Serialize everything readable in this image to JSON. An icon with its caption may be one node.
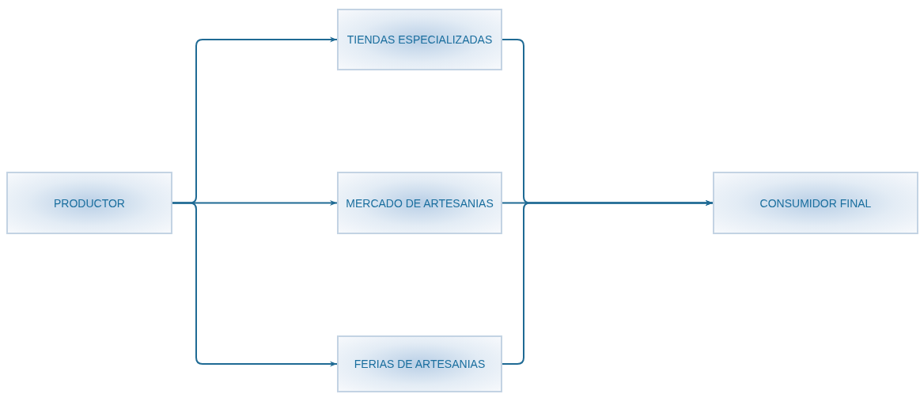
{
  "diagram": {
    "nodes": [
      {
        "text": [
          "PRODUCTOR"
        ]
      },
      {
        "text": [
          "TIENDAS ESPECIALIZADAS"
        ]
      },
      {
        "text": [
          "MERCADO DE ARTESANIAS"
        ]
      },
      {
        "text": [
          "FERIAS DE ARTESANIAS"
        ]
      },
      {
        "text": [
          "CONSUMIDOR FINAL"
        ]
      }
    ],
    "edges": [
      {
        "from": 0,
        "to": 1,
        "arrow": "to"
      },
      {
        "from": 0,
        "to": 2,
        "arrow": "to"
      },
      {
        "from": 0,
        "to": 3,
        "arrow": "to"
      },
      {
        "from": 1,
        "to": 4,
        "arrow": "to"
      },
      {
        "from": 2,
        "to": 4,
        "arrow": "to"
      },
      {
        "from": 3,
        "to": 4,
        "arrow": "to"
      }
    ]
  }
}
